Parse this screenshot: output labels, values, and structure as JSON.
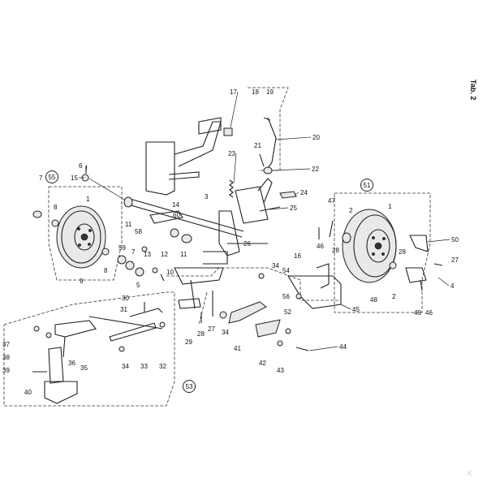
{
  "title": "Tab. 2",
  "watermark": "K",
  "callouts": [
    "1",
    "2",
    "3",
    "4",
    "5",
    "6",
    "7",
    "8",
    "9",
    "10",
    "11",
    "12",
    "13",
    "14",
    "15",
    "16",
    "17",
    "18",
    "19",
    "20",
    "21",
    "22",
    "23",
    "24",
    "25",
    "26",
    "27",
    "28",
    "29",
    "30",
    "31",
    "32",
    "33",
    "34",
    "35",
    "36",
    "37",
    "38",
    "39",
    "40",
    "41",
    "42",
    "43",
    "44",
    "45",
    "46",
    "47",
    "48",
    "49",
    "50",
    "52",
    "54",
    "56",
    "58",
    "59",
    "60"
  ],
  "groups": [
    "55",
    "51",
    "53"
  ]
}
